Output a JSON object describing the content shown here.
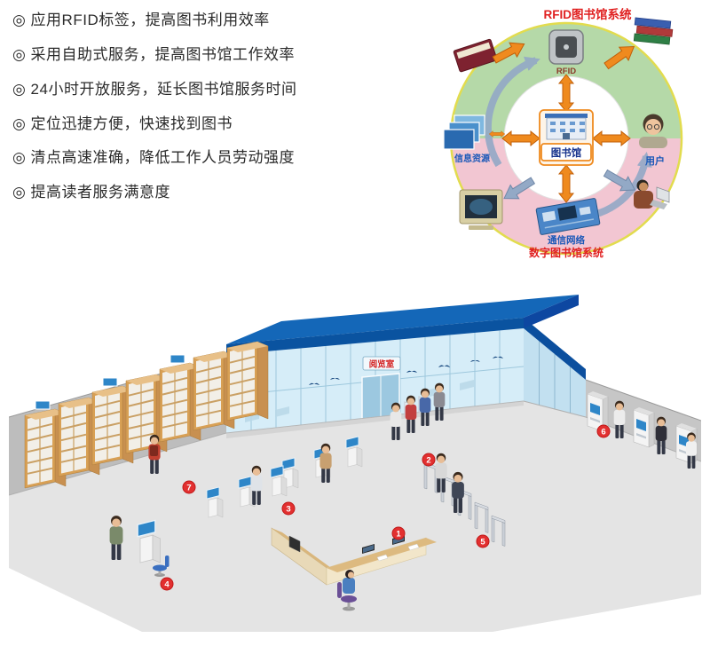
{
  "benefits": {
    "items": [
      "◎ 应用RFID标签，提高图书利用效率",
      "◎ 采用自助式服务，提高图书馆工作效率",
      "◎ 24小时开放服务，延长图书馆服务时间",
      "◎ 定位迅捷方便，快速找到图书",
      "◎ 清点高速准确，降低工作人员劳动强度",
      "◎ 提高读者服务满意度"
    ]
  },
  "diagram": {
    "title": "RFID图书馆系统",
    "center_label": "图书馆",
    "rfid_label": "RFID",
    "user_label": "用户",
    "resources_label": "信息资源",
    "network_label": "通信网络",
    "subtitle": "数字图书馆系统",
    "icons": [
      "rfid-chip-icon",
      "library-building-icon",
      "user-icon",
      "info-resources-icon",
      "circuit-board-icon",
      "book-icon",
      "book-stack-icon",
      "crt-monitor-icon",
      "laptop-user-icon"
    ],
    "colors": {
      "ring_top": "#b5d9a8",
      "ring_bottom": "#f2c6d2",
      "ring_edge": "#e2dc4e",
      "arrow_orange": "#ef8a1e",
      "arrow_blue": "#93a9c6",
      "title_red": "#e02020",
      "label_blue": "#1a58b8"
    }
  },
  "scene": {
    "sign": "阅览室",
    "markers": [
      "1",
      "2",
      "3",
      "4",
      "5",
      "6",
      "7"
    ],
    "colors": {
      "roof_blue": "#1467b8",
      "glass": "#d6edf8",
      "wall_gray": "#bdbdbd",
      "floor_gray": "#e4e4e4",
      "wood": "#d8a055",
      "marker_red": "#e23030",
      "kiosk_blue": "#2e86c8"
    }
  }
}
